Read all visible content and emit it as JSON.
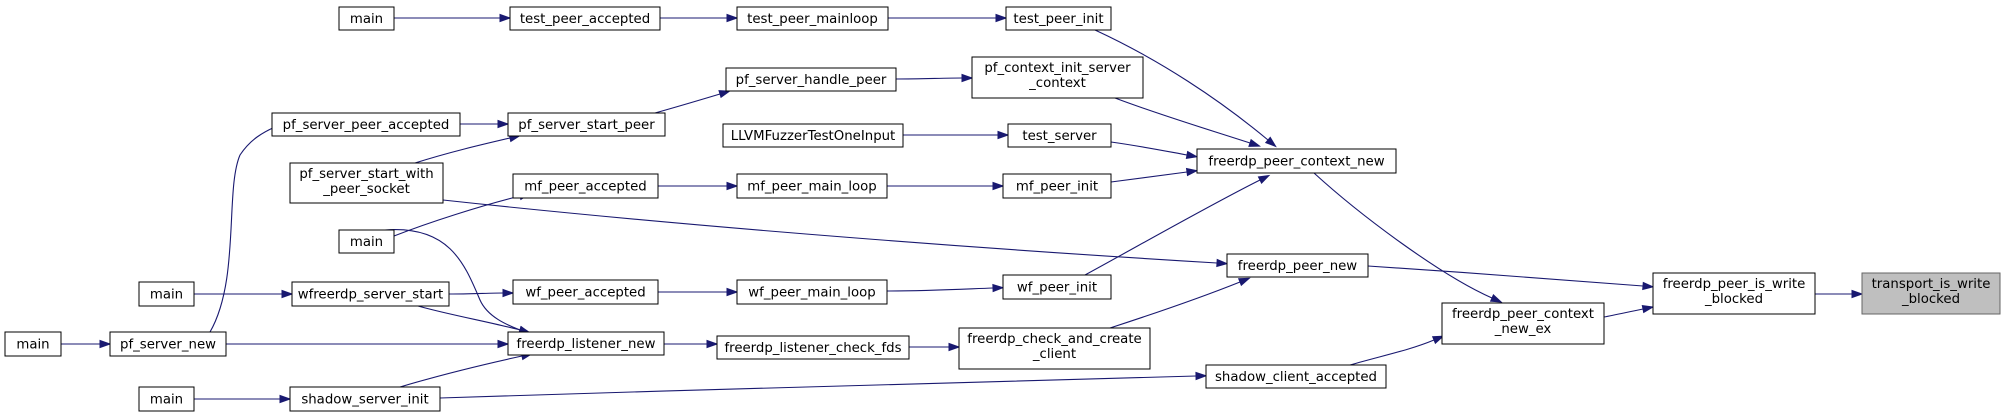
{
  "nodes": {
    "transport_is_write_blocked": "transport_is_write\n_blocked",
    "freerdp_peer_is_write_blocked": "freerdp_peer_is_write\n_blocked",
    "freerdp_peer_new": "freerdp_peer_new",
    "freerdp_peer_context_new_ex": "freerdp_peer_context\n_new_ex",
    "freerdp_peer_context_new": "freerdp_peer_context_new",
    "shadow_client_accepted": "shadow_client_accepted",
    "freerdp_check_and_create_client": "freerdp_check_and_create\n_client",
    "test_peer_init": "test_peer_init",
    "pf_context_init_server_context": "pf_context_init_server\n_context",
    "test_server": "test_server",
    "mf_peer_init": "mf_peer_init",
    "wf_peer_init": "wf_peer_init",
    "test_peer_mainloop": "test_peer_mainloop",
    "pf_server_handle_peer": "pf_server_handle_peer",
    "LLVMFuzzerTestOneInput": "LLVMFuzzerTestOneInput",
    "mf_peer_main_loop": "mf_peer_main_loop",
    "wf_peer_main_loop": "wf_peer_main_loop",
    "freerdp_listener_check_fds": "freerdp_listener_check_fds",
    "test_peer_accepted": "test_peer_accepted",
    "pf_server_start_peer": "pf_server_start_peer",
    "mf_peer_accepted": "mf_peer_accepted",
    "wf_peer_accepted": "wf_peer_accepted",
    "freerdp_listener_new": "freerdp_listener_new",
    "main_test": "main",
    "pf_server_peer_accepted": "pf_server_peer_accepted",
    "pf_server_start_with_peer_socket": "pf_server_start_with\n_peer_socket",
    "main_mf": "main",
    "wfreerdp_server_start": "wfreerdp_server_start",
    "pf_server_new": "pf_server_new",
    "shadow_server_init": "shadow_server_init",
    "main_wf": "main",
    "main_pf": "main",
    "main_shadow": "main"
  },
  "edges": [
    [
      "freerdp_peer_is_write_blocked",
      "transport_is_write_blocked"
    ],
    [
      "freerdp_peer_new",
      "freerdp_peer_is_write_blocked"
    ],
    [
      "freerdp_peer_context_new_ex",
      "freerdp_peer_is_write_blocked"
    ],
    [
      "freerdp_peer_context_new",
      "freerdp_peer_context_new_ex"
    ],
    [
      "shadow_client_accepted",
      "freerdp_peer_context_new_ex"
    ],
    [
      "freerdp_check_and_create_client",
      "freerdp_peer_new"
    ],
    [
      "pf_server_start_with_peer_socket",
      "freerdp_peer_new"
    ],
    [
      "test_peer_init",
      "freerdp_peer_context_new"
    ],
    [
      "pf_context_init_server_context",
      "freerdp_peer_context_new"
    ],
    [
      "test_server",
      "freerdp_peer_context_new"
    ],
    [
      "mf_peer_init",
      "freerdp_peer_context_new"
    ],
    [
      "wf_peer_init",
      "freerdp_peer_context_new"
    ],
    [
      "shadow_server_init",
      "shadow_client_accepted"
    ],
    [
      "freerdp_listener_check_fds",
      "freerdp_check_and_create_client"
    ],
    [
      "test_peer_mainloop",
      "test_peer_init"
    ],
    [
      "pf_server_handle_peer",
      "pf_context_init_server_context"
    ],
    [
      "LLVMFuzzerTestOneInput",
      "test_server"
    ],
    [
      "mf_peer_main_loop",
      "mf_peer_init"
    ],
    [
      "wf_peer_main_loop",
      "wf_peer_init"
    ],
    [
      "freerdp_listener_new",
      "freerdp_listener_check_fds"
    ],
    [
      "test_peer_accepted",
      "test_peer_mainloop"
    ],
    [
      "pf_server_start_peer",
      "pf_server_handle_peer"
    ],
    [
      "mf_peer_accepted",
      "mf_peer_main_loop"
    ],
    [
      "wf_peer_accepted",
      "wf_peer_main_loop"
    ],
    [
      "main_test",
      "test_peer_accepted"
    ],
    [
      "pf_server_peer_accepted",
      "pf_server_start_peer"
    ],
    [
      "pf_server_start_with_peer_socket",
      "pf_server_start_peer"
    ],
    [
      "main_mf",
      "mf_peer_accepted"
    ],
    [
      "wfreerdp_server_start",
      "wf_peer_accepted"
    ],
    [
      "main_mf",
      "freerdp_listener_new"
    ],
    [
      "wfreerdp_server_start",
      "freerdp_listener_new"
    ],
    [
      "pf_server_new",
      "freerdp_listener_new"
    ],
    [
      "shadow_server_init",
      "freerdp_listener_new"
    ],
    [
      "main_wf",
      "wfreerdp_server_start"
    ],
    [
      "pf_server_new",
      "pf_server_peer_accepted"
    ],
    [
      "main_pf",
      "pf_server_new"
    ],
    [
      "main_shadow",
      "shadow_server_init"
    ]
  ],
  "colors": {
    "edge": "#191970",
    "target_fill": "#bfbfbf",
    "target_stroke": "#666666",
    "node_stroke": "#000000"
  }
}
